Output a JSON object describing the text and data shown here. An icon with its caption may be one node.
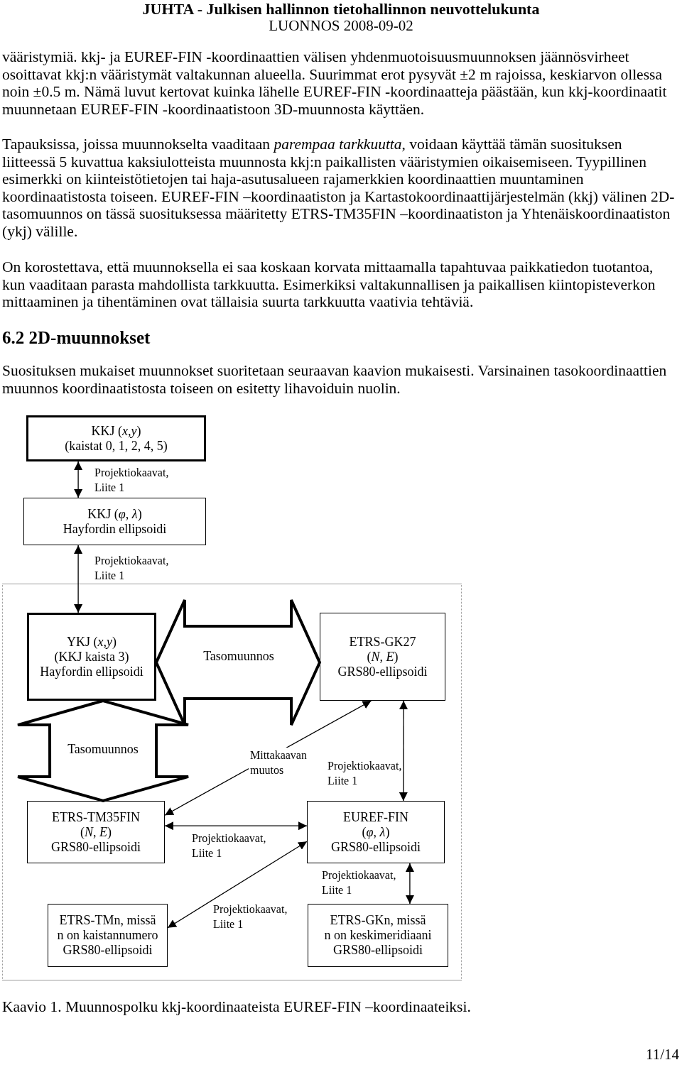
{
  "diagram": {
    "title": "6.2 2D-muunnokset",
    "caption": "Kaavio 1. Muunnospolku kkj-koordinaateista EUREF-FIN –koordinaateiksi.",
    "nodes": [
      {
        "text": [
          "KKJ (*x,y*)",
          "(kaistat 0, 1, 2, 4, 5)"
        ]
      },
      {
        "text": [
          "KKJ (*φ*, *λ*)",
          "Hayfordin ellipsoidi"
        ]
      },
      {
        "text": [],
        "shape": "box"
      },
      {
        "text": [
          "YKJ (*x,y*)",
          "(KKJ kaista 3)",
          "Hayfordin ellipsoidi"
        ],
        "in": 2
      },
      {
        "text": [
          "ETRS-GK27",
          "(*N*, *E*)",
          "GRS80-ellipsoidi"
        ],
        "in": 2
      },
      {
        "text": [
          "ETRS-TM35FIN",
          "(*N*, *E*)",
          "GRS80-ellipsoidi"
        ],
        "in": 2
      },
      {
        "text": [
          "EUREF-FIN",
          "(*φ*, *λ*)",
          "GRS80-ellipsoidi"
        ],
        "in": 2
      },
      {
        "text": [
          "ETRS-TMn, missä",
          "n on kaistannumero",
          "GRS80-ellipsoidi"
        ],
        "in": 2
      },
      {
        "text": [
          "ETRS-GKn, missä",
          "n on keskimeridiaani",
          "GRS80-ellipsoidi"
        ],
        "in": 2
      }
    ],
    "edges": [
      {
        "from": 0,
        "to": 1,
        "arrow": "both",
        "label": "Projektiokaavat, Liite 1"
      },
      {
        "from": 1,
        "to": 3,
        "arrow": "both",
        "label": "Projektiokaavat, Liite 1"
      },
      {
        "from": 3,
        "to": 4,
        "arrow": "both",
        "label": "Tasomuunnos",
        "style": "thick"
      },
      {
        "from": 3,
        "to": 5,
        "arrow": "both",
        "label": "Tasomuunnos",
        "style": "thick"
      },
      {
        "from": 5,
        "to": 4,
        "arrow": "both",
        "label": "Mittakaavan muutos"
      },
      {
        "from": 4,
        "to": 6,
        "arrow": "both",
        "label": "Projektiokaavat, Liite 1"
      },
      {
        "from": 5,
        "to": 6,
        "arrow": "both",
        "label": "Projektiokaavat, Liite 1"
      },
      {
        "from": 7,
        "to": 6,
        "arrow": "both",
        "label": "Projektiokaavat, Liite 1"
      },
      {
        "from": 6,
        "to": 8,
        "arrow": "both",
        "label": "Projektiokaavat, Liite 1"
      }
    ],
    "labels": [
      "JUHTA - Julkisen hallinnon tietohallinnon neuvottelukunta",
      "LUONNOS 2008-09-02",
      "vääristymiä. kkj- ja EUREF-FIN -koordinaattien välisen yhdenmuotoisuusmuunnoksen jäännösvirheet osoittavat kkj:n vääristymät valtakunnan alueella. Suurimmat erot pysyvät ±2 m rajoissa, keskiarvon ollessa noin ±0.5 m. Nämä luvut kertovat kuinka lähelle EUREF-FIN -koordinaatteja päästään, kun kkj-koordinaatit muunnetaan EUREF-FIN -koordinaatistoon 3D-muunnosta käyttäen.",
      "Tapauksissa, joissa muunnokselta vaaditaan *parempaa tarkkuutta*, voidaan käyttää tämän suosituksen liitteessä 5 kuvattua kaksiulotteista muunnosta kkj:n paikallisten vääristymien oikaisemiseen. Tyypillinen esimerkki on kiinteistötietojen tai haja-asutusalueen rajamerkkien koordinaattien muuntaminen koordinaatistosta toiseen. EUREF-FIN –koordinaatiston ja Kartastokoordinaattijärjestelmän (kkj) välinen 2D-tasomuunnos on tässä suosituksessa määritetty ETRS-TM35FIN –koordinaatiston ja Yhtenäiskoordinaatiston (ykj) välille.",
      "On korostettava, että muunnoksella ei saa koskaan korvata mittaamalla tapahtuvaa paikkatiedon tuotantoa, kun vaaditaan parasta mahdollista tarkkuutta. Esimerkiksi valtakunnallisen ja paikallisen kiintopisteverkon mittaaminen ja tihentäminen ovat tällaisia suurta tarkkuutta vaativia tehtäviä.",
      "Suosituksen mukaiset muunnokset suoritetaan seuraavan kaavion mukaisesti. Varsinainen tasokoordinaattien muunnos koordinaatistosta toiseen on esitetty lihavoiduin nuolin.",
      "11/14"
    ]
  }
}
